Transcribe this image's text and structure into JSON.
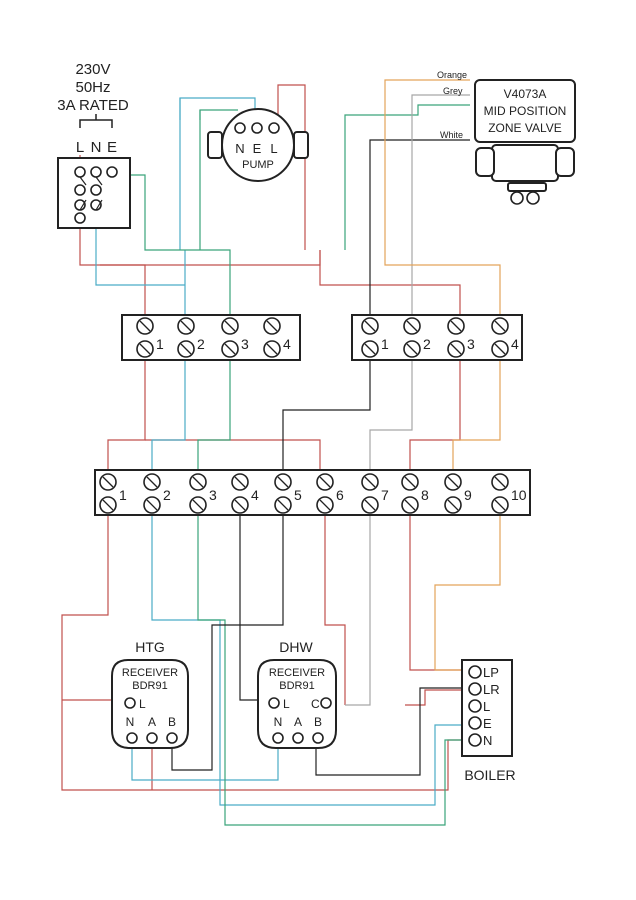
{
  "supply": {
    "voltage": "230V",
    "frequency": "50Hz",
    "rating": "3A RATED",
    "terminals": [
      "L",
      "N",
      "E"
    ]
  },
  "pump": {
    "letters": [
      "N",
      "E",
      "L"
    ],
    "label": "PUMP"
  },
  "zone_valve": {
    "line1": "V4073A",
    "line2": "MID POSITION",
    "line3": "ZONE VALVE",
    "wires": [
      "Orange",
      "Grey",
      "White"
    ]
  },
  "junction_box_left": {
    "numbers": [
      "1",
      "2",
      "3",
      "4"
    ]
  },
  "junction_box_right": {
    "numbers": [
      "1",
      "2",
      "3",
      "4"
    ]
  },
  "main_strip": {
    "numbers": [
      "1",
      "2",
      "3",
      "4",
      "5",
      "6",
      "7",
      "8",
      "9",
      "10"
    ]
  },
  "htg_receiver": {
    "title": "HTG",
    "line1": "RECEIVER",
    "line2": "BDR91",
    "terminal_l": "L",
    "terminal_c": "",
    "bottom": [
      "N",
      "A",
      "B"
    ]
  },
  "dhw_receiver": {
    "title": "DHW",
    "line1": "RECEIVER",
    "line2": "BDR91",
    "terminal_l": "L",
    "terminal_c": "C",
    "bottom": [
      "N",
      "A",
      "B"
    ]
  },
  "boiler": {
    "label": "BOILER",
    "terminals": [
      "LP",
      "LR",
      "L",
      "E",
      "N"
    ]
  },
  "colors": {
    "live": "#c0504d",
    "neutral": "#4bacc6",
    "earth": "#3aa37a",
    "black": "#222222",
    "grey": "#a6a6a6",
    "orange": "#e3a35a"
  }
}
